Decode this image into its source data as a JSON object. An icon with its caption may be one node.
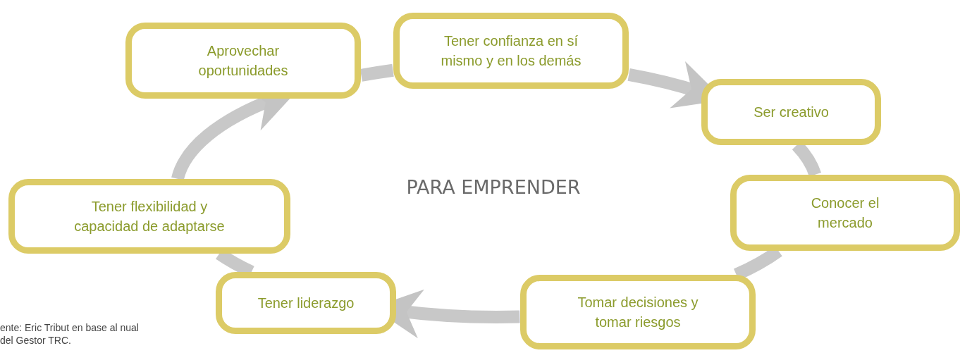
{
  "diagram": {
    "title": "PARA EMPRENDER",
    "nodes": [
      {
        "text": [
          "Aprovechar oportunidades"
        ]
      },
      {
        "text": [
          "Tener confianza en sí mismo y en los demás"
        ]
      },
      {
        "text": [
          "Ser creativo"
        ]
      },
      {
        "text": [
          "Tener flexibilidad y capacidad de adaptarse"
        ]
      },
      {
        "text": [
          "Conocer el mercado"
        ]
      },
      {
        "text": [
          "Tener liderazgo"
        ]
      },
      {
        "text": [
          "Tomar decisiones y tomar riesgos"
        ]
      }
    ],
    "edges": [
      {
        "from": 0,
        "to": 1,
        "arrow": "none"
      },
      {
        "from": 1,
        "to": 2,
        "arrow": "to"
      },
      {
        "from": 2,
        "to": 4,
        "arrow": "none"
      },
      {
        "from": 4,
        "to": 6,
        "arrow": "none"
      },
      {
        "from": 6,
        "to": 5,
        "arrow": "to"
      },
      {
        "from": 5,
        "to": 3,
        "arrow": "none"
      },
      {
        "from": 3,
        "to": 0,
        "arrow": "to"
      }
    ],
    "labels": [
      "ente: Eric Tribut en base al nual del Gestor TRC."
    ]
  }
}
